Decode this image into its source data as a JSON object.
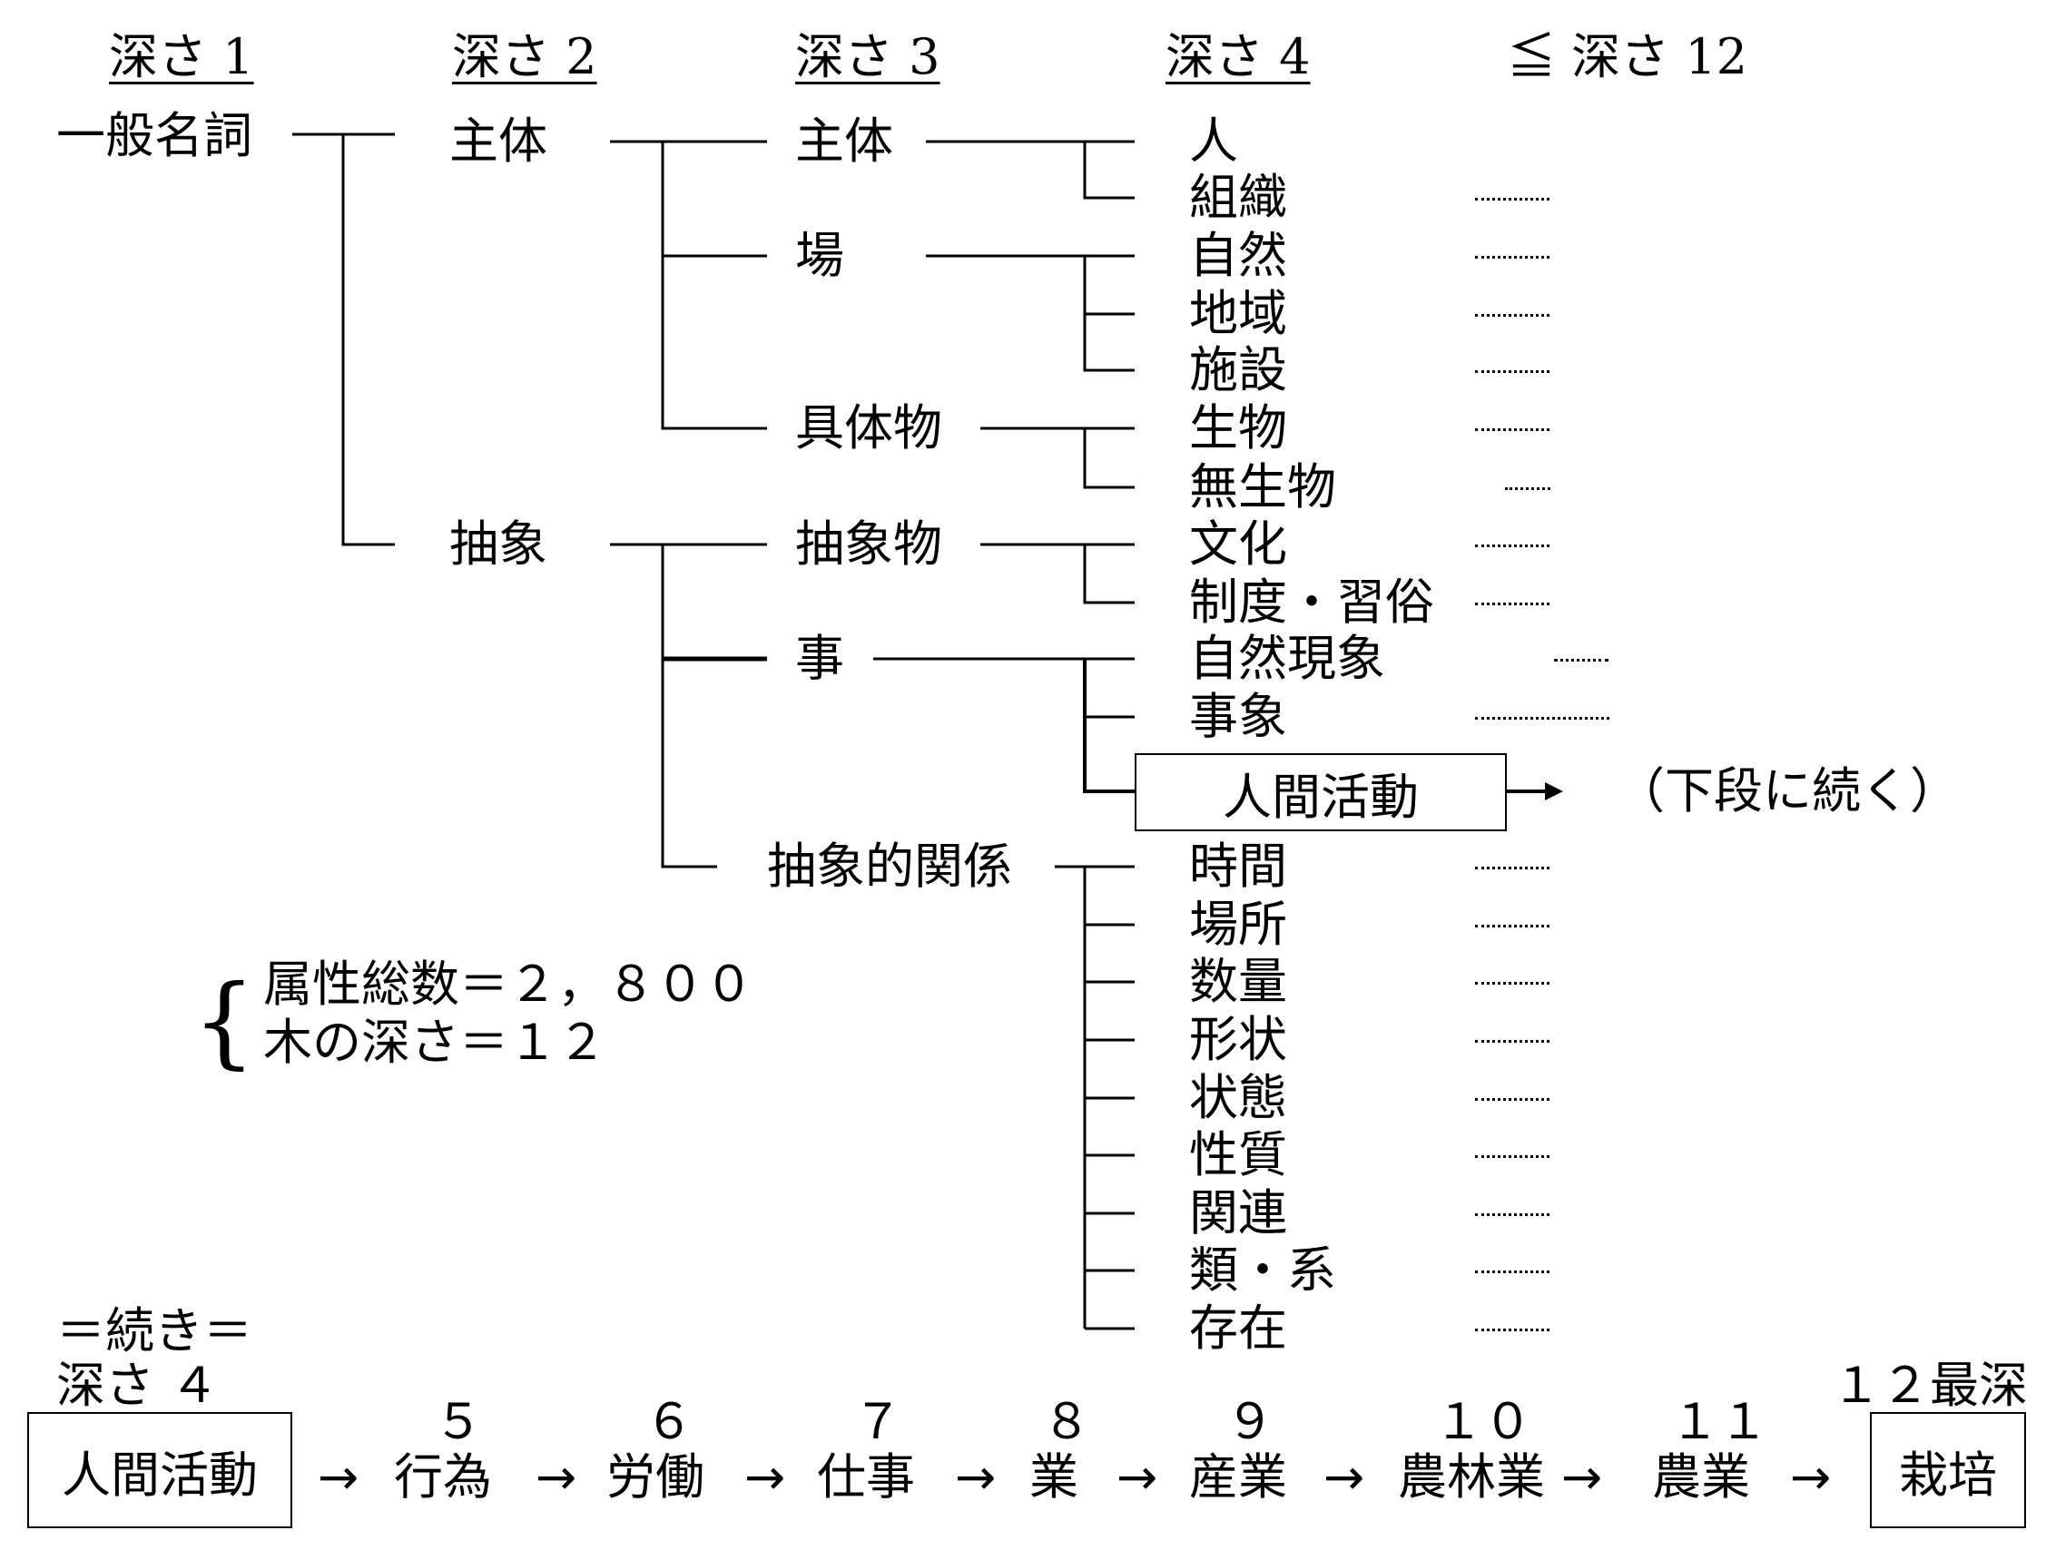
{
  "headers": {
    "depth1": "深さ 1",
    "depth2": "深さ 2",
    "depth3": "深さ 3",
    "depth4": "深さ 4",
    "depth12": "≦ 深さ 12"
  },
  "tree": {
    "root": "一般名詞",
    "d2": [
      "主体",
      "抽象"
    ],
    "d3": [
      "主体",
      "場",
      "具体物",
      "抽象物",
      "事",
      "抽象的関係"
    ],
    "d4": [
      "人",
      "組織",
      "自然",
      "地域",
      "施設",
      "生物",
      "無生物",
      "文化",
      "制度・習俗",
      "自然現象",
      "事象",
      "人間活動",
      "時間",
      "場所",
      "数量",
      "形状",
      "状態",
      "性質",
      "関連",
      "類・系",
      "存在"
    ],
    "continue_note": "（下段に続く）"
  },
  "stats": {
    "total_attributes": "属性総数＝２，８００",
    "tree_depth": "木の深さ＝１２"
  },
  "continuation": {
    "title": "＝続き＝",
    "start_label": "深さ ４",
    "end_label": "１２最深",
    "arrow": "→",
    "nodes": [
      "人間活動",
      "行為",
      "労働",
      "仕事",
      "業",
      "産業",
      "農林業",
      "農業",
      "栽培"
    ],
    "depths": [
      "５",
      "６",
      "７",
      "８",
      "９",
      "１０",
      "１１"
    ]
  }
}
